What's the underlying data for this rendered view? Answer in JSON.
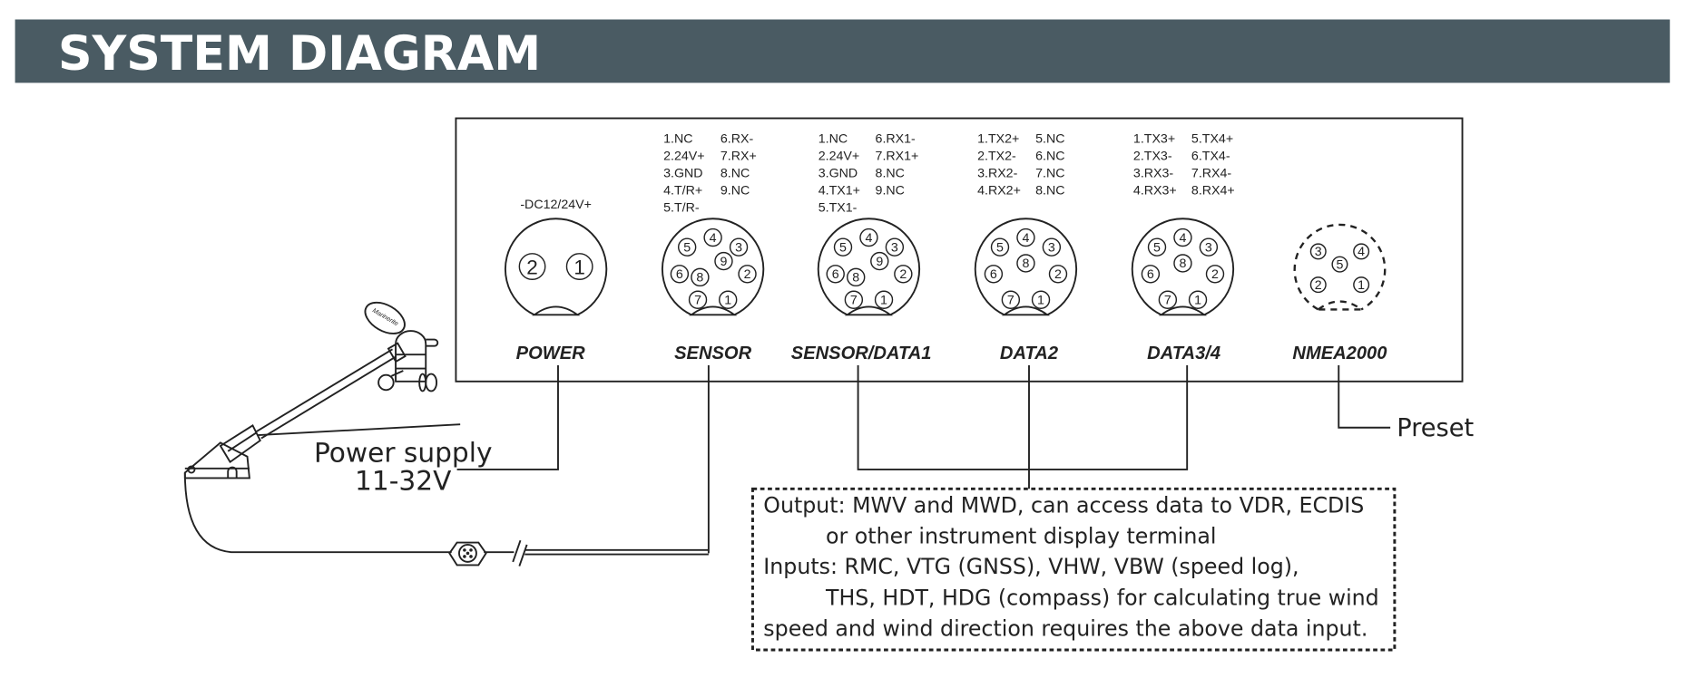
{
  "header": {
    "title": "SYSTEM DIAGRAM",
    "bg_color": "#4a5b63"
  },
  "power": {
    "voltage_label": "-DC12/24V+",
    "label": "POWER",
    "pins": [
      "2",
      "1"
    ]
  },
  "sensor": {
    "label": "SENSOR",
    "pinout": [
      "1.NC",
      "2.24V+",
      "3.GND",
      "4.T/R+",
      "5.T/R-",
      "6.RX-",
      "7.RX+",
      "8.NC",
      "9.NC"
    ],
    "pins": [
      "4",
      "5",
      "3",
      "9",
      "6",
      "8",
      "2",
      "7",
      "1"
    ]
  },
  "sensor_data1": {
    "label": "SENSOR/DATA1",
    "pinout": [
      "1.NC",
      "2.24V+",
      "3.GND",
      "4.TX1+",
      "5.TX1-",
      "6.RX1-",
      "7.RX1+",
      "8.NC",
      "9.NC"
    ],
    "pins": [
      "4",
      "5",
      "3",
      "9",
      "6",
      "8",
      "2",
      "7",
      "1"
    ]
  },
  "data2": {
    "label": "DATA2",
    "pinout": [
      "1.TX2+",
      "2.TX2-",
      "3.RX2-",
      "4.RX2+",
      "5.NC",
      "6.NC",
      "7.NC",
      "8.NC"
    ],
    "pins": [
      "4",
      "5",
      "3",
      "8",
      "6",
      "2",
      "7",
      "1"
    ]
  },
  "data34": {
    "label": "DATA3/4",
    "pinout": [
      "1.TX3+",
      "2.TX3-",
      "3.RX3-",
      "4.RX3+",
      "5.TX4+",
      "6.TX4-",
      "7.RX4-",
      "8.RX4+"
    ],
    "pins": [
      "4",
      "5",
      "3",
      "8",
      "6",
      "2",
      "7",
      "1"
    ]
  },
  "nmea": {
    "label": "NMEA2000",
    "pins": [
      "3",
      "4",
      "5",
      "2",
      "1"
    ]
  },
  "preset_label": "Preset",
  "power_supply": {
    "line1": "Power supply",
    "line2": "11-32V"
  },
  "sensor_brand": "Marinerite",
  "notes": [
    "Output: MWV and MWD, can access data to VDR, ECDIS",
    "or other instrument display terminal",
    "Inputs: RMC, VTG (GNSS), VHW, VBW (speed log),",
    "THS, HDT, HDG (compass) for calculating true wind",
    "speed and wind direction requires the above data input."
  ]
}
